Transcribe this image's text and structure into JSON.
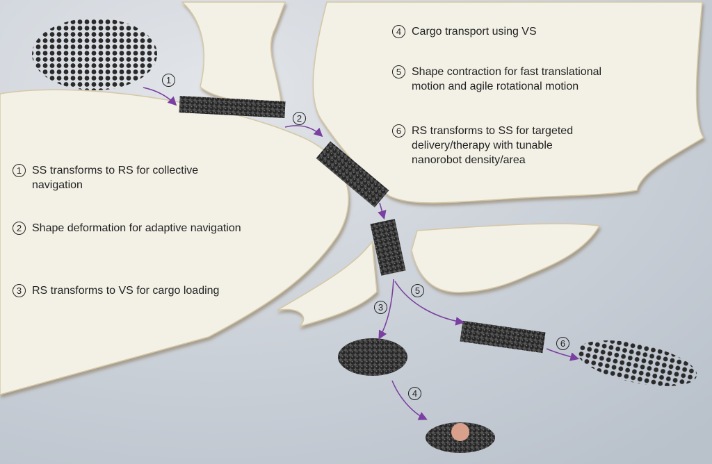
{
  "colors": {
    "background": "#c9cfd7",
    "surface": "#f3f1e6",
    "edge": "#c8b48e",
    "robot": "#2b2b2b",
    "arrow": "#7a3fa0",
    "cargo": "#d9a08c"
  },
  "legend": [
    {
      "num": "1",
      "text": "SS transforms to RS for collective navigation"
    },
    {
      "num": "2",
      "text": "Shape deformation for adaptive navigation"
    },
    {
      "num": "3",
      "text": "RS transforms to VS for cargo loading"
    },
    {
      "num": "4",
      "text": "Cargo transport using VS"
    },
    {
      "num": "5",
      "text": "Shape contraction for fast translational motion and agile rotational motion"
    },
    {
      "num": "6",
      "text": "RS transforms to SS for targeted delivery/therapy with tunable nanorobot density/area"
    }
  ],
  "step_labels": [
    "1",
    "2",
    "3",
    "4",
    "5",
    "6"
  ]
}
